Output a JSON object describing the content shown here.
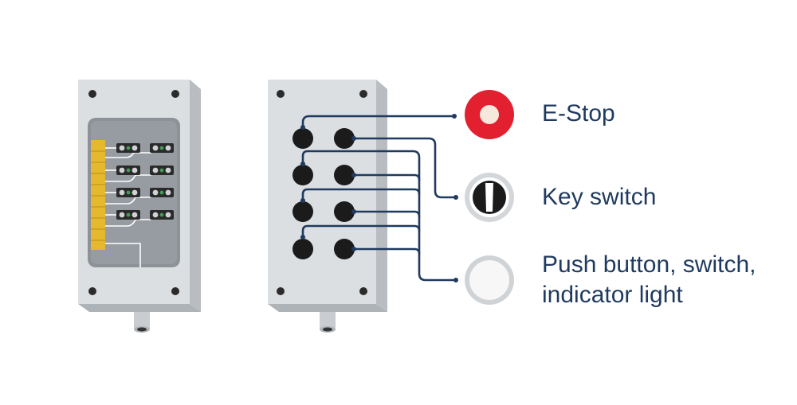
{
  "legend": {
    "estop": "E-Stop",
    "key_switch": "Key switch",
    "push_line1": "Push button, switch,",
    "push_line2": "indicator light"
  },
  "colors": {
    "enclosure_face": "#dcdfe2",
    "enclosure_side": "#b9bdc2",
    "wire": "#1f3a5f",
    "estop_red": "#e3202f",
    "terminal_yellow": "#e6b82e",
    "label_text": "#1f3a5f"
  },
  "icons": [
    "estop-icon",
    "key-switch-icon",
    "push-button-icon"
  ]
}
